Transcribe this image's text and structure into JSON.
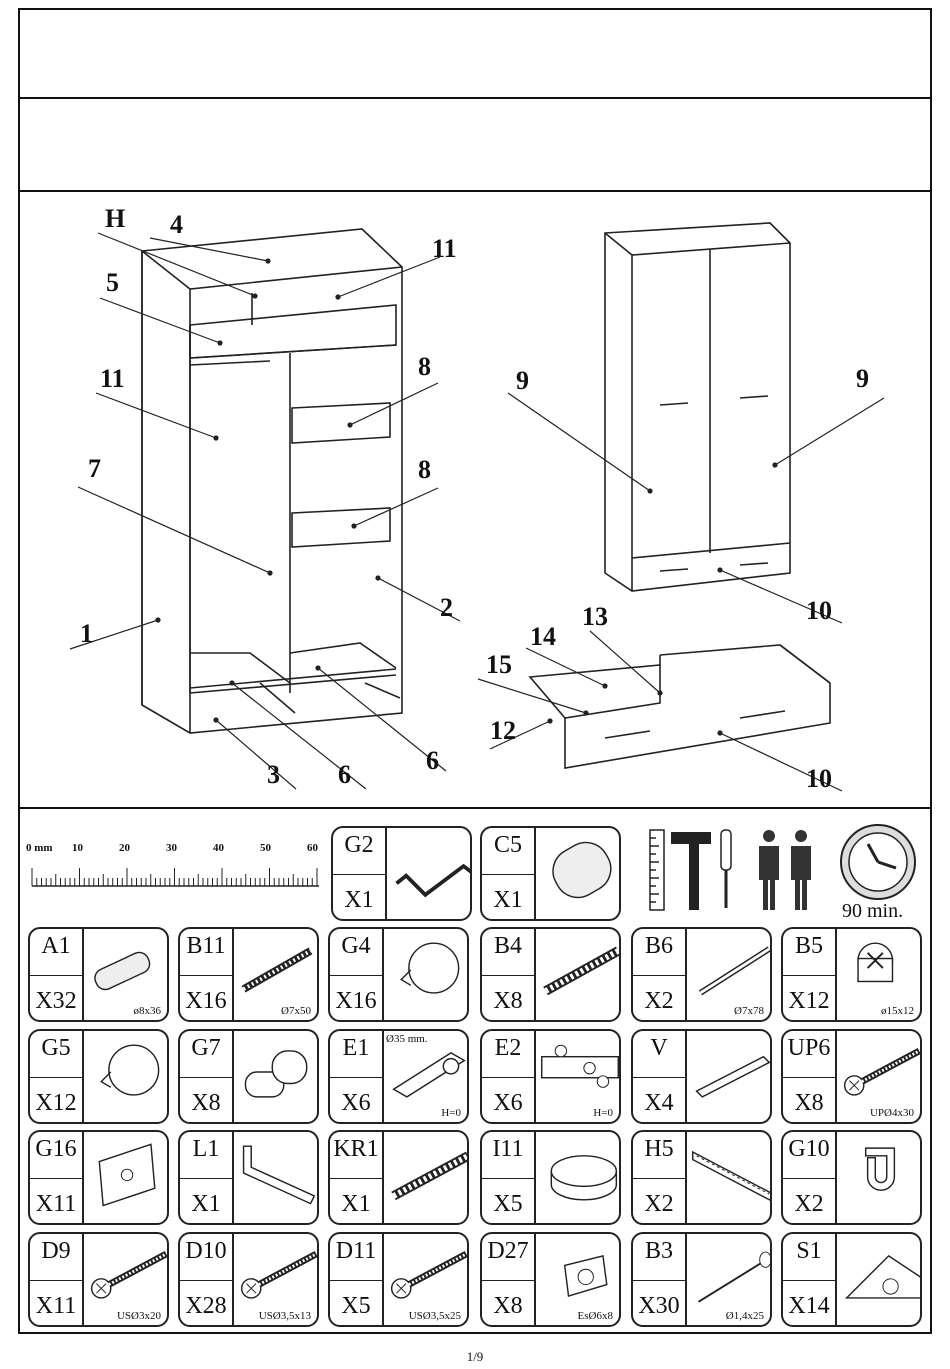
{
  "callouts": {
    "H": "H",
    "n4": "4",
    "n11a": "11",
    "n5": "5",
    "n11b": "11",
    "n8a": "8",
    "n8b": "8",
    "n7": "7",
    "n2": "2",
    "n1": "1",
    "n3": "3",
    "n6a": "6",
    "n6b": "6",
    "n9a": "9",
    "n9b": "9",
    "n10a": "10",
    "n14": "14",
    "n13": "13",
    "n15": "15",
    "n12": "12",
    "n10b": "10"
  },
  "ruler": {
    "unit": "0 mm",
    "ticks": [
      "10",
      "20",
      "30",
      "40",
      "50",
      "60"
    ]
  },
  "assembly_time": "90 min.",
  "page_number": "1/9",
  "parts": {
    "G2": {
      "code": "G2",
      "qty": "X1",
      "icon": "allen-key-icon"
    },
    "C5": {
      "code": "C5",
      "qty": "X1",
      "icon": "dowel-icon"
    },
    "A1": {
      "code": "A1",
      "qty": "X32",
      "spec": "ø8x36",
      "icon": "wood-dowel-icon"
    },
    "B11": {
      "code": "B11",
      "qty": "X16",
      "spec": "Ø7x50",
      "icon": "connector-bolt-icon"
    },
    "G4": {
      "code": "G4",
      "qty": "X16",
      "icon": "cover-cap-icon"
    },
    "B4": {
      "code": "B4",
      "qty": "X8",
      "icon": "cam-bolt-icon"
    },
    "B6": {
      "code": "B6",
      "qty": "X2",
      "spec": "Ø7x78",
      "icon": "rod-icon"
    },
    "B5": {
      "code": "B5",
      "qty": "X12",
      "spec": "ø15x12",
      "icon": "cam-lock-icon"
    },
    "G5": {
      "code": "G5",
      "qty": "X12",
      "icon": "cover-cap-icon"
    },
    "G7": {
      "code": "G7",
      "qty": "X8",
      "icon": "shelf-pin-icon"
    },
    "E1": {
      "code": "E1",
      "qty": "X6",
      "spec_top": "Ø35 mm.",
      "spec": "H=0",
      "icon": "hinge-icon"
    },
    "E2": {
      "code": "E2",
      "qty": "X6",
      "spec": "H=0",
      "icon": "hinge-plate-icon"
    },
    "V": {
      "code": "V",
      "qty": "X4",
      "icon": "handle-icon"
    },
    "UP6": {
      "code": "UP6",
      "qty": "X8",
      "spec": "UPØ4x30",
      "icon": "screw-icon"
    },
    "G16": {
      "code": "G16",
      "qty": "X11",
      "icon": "bracket-plate-icon"
    },
    "L1": {
      "code": "L1",
      "qty": "X1",
      "icon": "angle-bracket-icon"
    },
    "KR1": {
      "code": "KR1",
      "qty": "X1",
      "icon": "rail-bolt-icon"
    },
    "I11": {
      "code": "I11",
      "qty": "X5",
      "icon": "furniture-foot-icon"
    },
    "H5": {
      "code": "H5",
      "qty": "X2",
      "icon": "drawer-slide-icon"
    },
    "G10": {
      "code": "G10",
      "qty": "X2",
      "icon": "rail-holder-icon"
    },
    "D9": {
      "code": "D9",
      "qty": "X11",
      "spec": "USØ3x20",
      "icon": "screw-icon"
    },
    "D10": {
      "code": "D10",
      "qty": "X28",
      "spec": "USØ3,5x13",
      "icon": "screw-icon"
    },
    "D11": {
      "code": "D11",
      "qty": "X5",
      "spec": "USØ3,5x25",
      "icon": "screw-icon"
    },
    "D27": {
      "code": "D27",
      "qty": "X8",
      "spec": "EsØ6x8",
      "icon": "wall-plug-icon"
    },
    "B3": {
      "code": "B3",
      "qty": "X30",
      "spec": "Ø1,4x25",
      "icon": "nail-icon"
    },
    "S1": {
      "code": "S1",
      "qty": "X14",
      "icon": "corner-block-icon"
    }
  }
}
